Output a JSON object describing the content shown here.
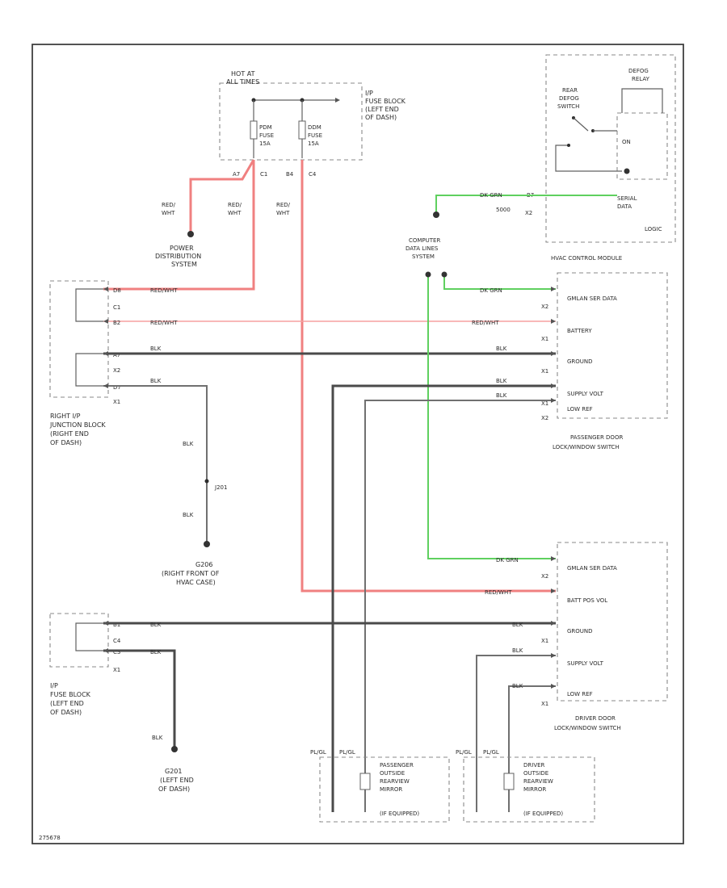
{
  "fuse_block_top": {
    "hot_label": "HOT AT",
    "hot_label2": "ALL TIMES",
    "name": [
      "I/P",
      "FUSE BLOCK",
      "(LEFT END",
      "OF DASH)"
    ],
    "fuse1": [
      "PDM",
      "FUSE",
      "15A"
    ],
    "fuse2": [
      "DDM",
      "FUSE",
      "15A"
    ],
    "pin_a": "C1",
    "pin_b": "B4",
    "pin_c": "C4",
    "pin_d": "A7"
  },
  "wire_labels": {
    "red_wht_1": [
      "RED/",
      "WHT"
    ],
    "red_wht_2": [
      "RED/",
      "WHT"
    ],
    "red_wht_3": [
      "RED/",
      "WHT"
    ],
    "red_wht_row1": "RED/WHT",
    "red_wht_row2a": "RED/WHT",
    "red_wht_row2b": "RED/WHT",
    "blk_row3a": "BLK",
    "blk_row3b": "BLK",
    "blk_row4a": "BLK",
    "blk_row4b": "BLK",
    "blk_row5": "BLK",
    "blk_vert1": "BLK",
    "blk_vert2": "BLK",
    "dk_grn_top": "DK GRN",
    "dk_grn_mid": "DK GRN",
    "dk_grn_low": "DK GRN",
    "red_wht_low": "RED/WHT",
    "blk_low1a": "BLK",
    "blk_low1b": "BLK",
    "blk_low2": "BLK",
    "blk_low3": "BLK",
    "blk_left": "BLK",
    "blk_gnd": "BLK"
  },
  "power_dist": [
    "POWER",
    "DISTRIBUTION",
    "SYSTEM"
  ],
  "junction_block": {
    "name": [
      "RIGHT I/P",
      "JUNCTION BLOCK",
      "(RIGHT END",
      "OF DASH)"
    ],
    "pins": [
      "D8",
      "C1",
      "B2",
      "A7",
      "X2",
      "D7",
      "X1"
    ]
  },
  "splice": "J201",
  "ground_g206": [
    "G206",
    "(RIGHT FRONT OF",
    "HVAC CASE)"
  ],
  "ip_fuse_left": {
    "name": [
      "I/P",
      "FUSE BLOCK",
      "(LEFT END",
      "OF DASH)"
    ],
    "pins": [
      "B1",
      "C4",
      "C3",
      "X1"
    ]
  },
  "ground_g201": [
    "G201",
    "(LEFT END",
    "OF DASH)"
  ],
  "hvac": {
    "name": "HVAC CONTROL MODULE",
    "defog_relay": [
      "DEFOG",
      "RELAY"
    ],
    "rear_defog_switch": [
      "REAR",
      "DEFOG",
      "SWITCH"
    ],
    "on": "ON",
    "serial_data": [
      "SERIAL",
      "DATA"
    ],
    "logic": "LOGIC",
    "pin1": "B7",
    "pin2": "X2",
    "pin_misc": "5000"
  },
  "computer_data": [
    "COMPUTER",
    "DATA LINES",
    "SYSTEM"
  ],
  "passenger_switch": {
    "name": [
      "PASSENGER DOOR",
      "LOCK/WINDOW SWITCH"
    ],
    "lines": [
      "GMLAN SER DATA",
      "BATTERY",
      "GROUND",
      "SUPPLY VOLT",
      "LOW REF"
    ],
    "pins": [
      "X2",
      "X1",
      "X1",
      "X1",
      "X2"
    ]
  },
  "driver_switch": {
    "name": [
      "DRIVER DOOR",
      "LOCK/WINDOW SWITCH"
    ],
    "lines": [
      "GMLAN SER DATA",
      "BATT POS VOL",
      "GROUND",
      "SUPPLY VOLT",
      "LOW REF"
    ],
    "pins": [
      "X2",
      "X1",
      "X1"
    ]
  },
  "pass_mirror": {
    "name": [
      "PASSENGER",
      "OUTSIDE",
      "REARVIEW",
      "MIRROR",
      "(IF EQUIPPED)"
    ],
    "wires": [
      "PL/GL",
      "PL/GL"
    ]
  },
  "drv_mirror": {
    "name": [
      "DRIVER",
      "OUTSIDE",
      "REARVIEW",
      "MIRROR",
      "(IF EQUIPPED)"
    ],
    "wires": [
      "PL/GL",
      "PL/GL"
    ]
  },
  "footer_code": "275678"
}
